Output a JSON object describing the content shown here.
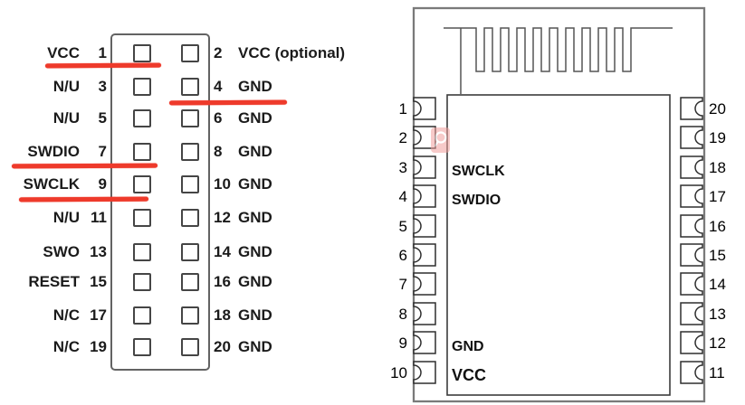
{
  "left_connector": {
    "rows": [
      {
        "left_label": "VCC",
        "left_pin": "1",
        "right_pin": "2",
        "right_label": "VCC (optional)"
      },
      {
        "left_label": "N/U",
        "left_pin": "3",
        "right_pin": "4",
        "right_label": "GND"
      },
      {
        "left_label": "N/U",
        "left_pin": "5",
        "right_pin": "6",
        "right_label": "GND"
      },
      {
        "left_label": "SWDIO",
        "left_pin": "7",
        "right_pin": "8",
        "right_label": "GND"
      },
      {
        "left_label": "SWCLK",
        "left_pin": "9",
        "right_pin": "10",
        "right_label": "GND"
      },
      {
        "left_label": "N/U",
        "left_pin": "11",
        "right_pin": "12",
        "right_label": "GND"
      },
      {
        "left_label": "SWO",
        "left_pin": "13",
        "right_pin": "14",
        "right_label": "GND"
      },
      {
        "left_label": "RESET",
        "left_pin": "15",
        "right_pin": "16",
        "right_label": "GND"
      },
      {
        "left_label": "N/C",
        "left_pin": "17",
        "right_pin": "18",
        "right_label": "GND"
      },
      {
        "left_label": "N/C",
        "left_pin": "19",
        "right_pin": "20",
        "right_label": "GND"
      }
    ],
    "highlights": {
      "color": "#ee3a2b",
      "marked_rows": [
        "VCC 1",
        "4 GND",
        "SWDIO 7",
        "SWCLK 9"
      ]
    }
  },
  "module": {
    "left_pins": [
      "1",
      "2",
      "3",
      "4",
      "5",
      "6",
      "7",
      "8",
      "9",
      "10"
    ],
    "right_pins": [
      "20",
      "19",
      "18",
      "17",
      "16",
      "15",
      "14",
      "13",
      "12",
      "11"
    ],
    "signals": [
      {
        "pin": "3",
        "label": "SWCLK"
      },
      {
        "pin": "4",
        "label": "SWDIO"
      },
      {
        "pin": "9",
        "label": "GND"
      },
      {
        "pin": "10",
        "label": "VCC"
      }
    ],
    "stamp_color": "#f1a09d"
  }
}
